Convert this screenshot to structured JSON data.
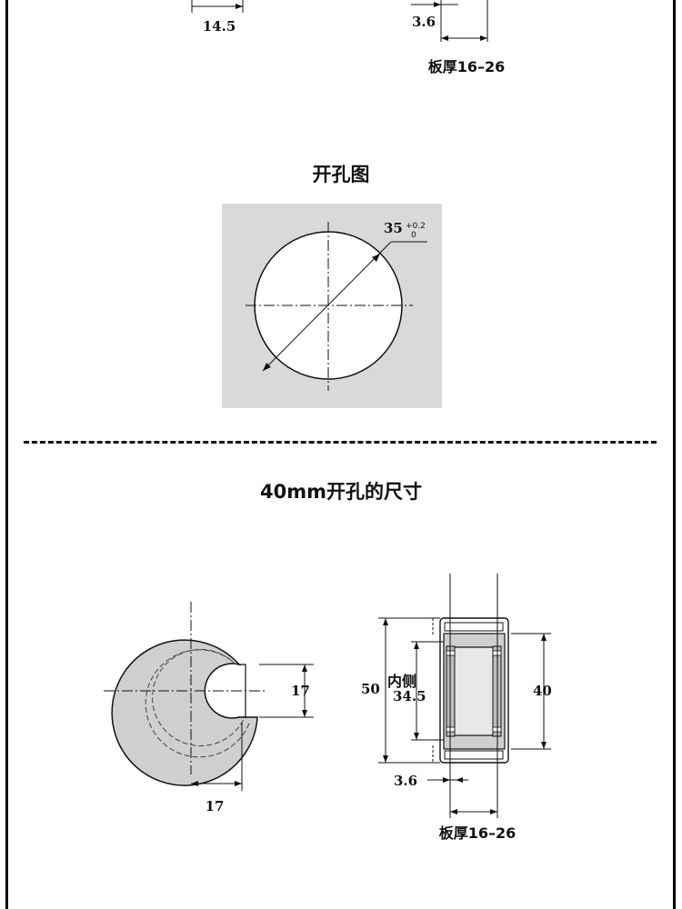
{
  "top": {
    "dim_left": "14.5",
    "dim_mid": "3.6",
    "thickness": "板厚16–26"
  },
  "hole_section": {
    "title": "开孔图",
    "diameter": "35",
    "tol_upper": "+0.2",
    "tol_lower": "0"
  },
  "size40_section": {
    "title": "40mm开孔的尺寸",
    "front": {
      "dim_slot_height": "17",
      "dim_slot_depth": "17"
    },
    "side": {
      "dim_outer": "50",
      "label_inner": "内侧",
      "dim_inner": "34.5",
      "dim_right": "40",
      "dim_flange": "3.6",
      "thickness": "板厚16–26"
    }
  }
}
